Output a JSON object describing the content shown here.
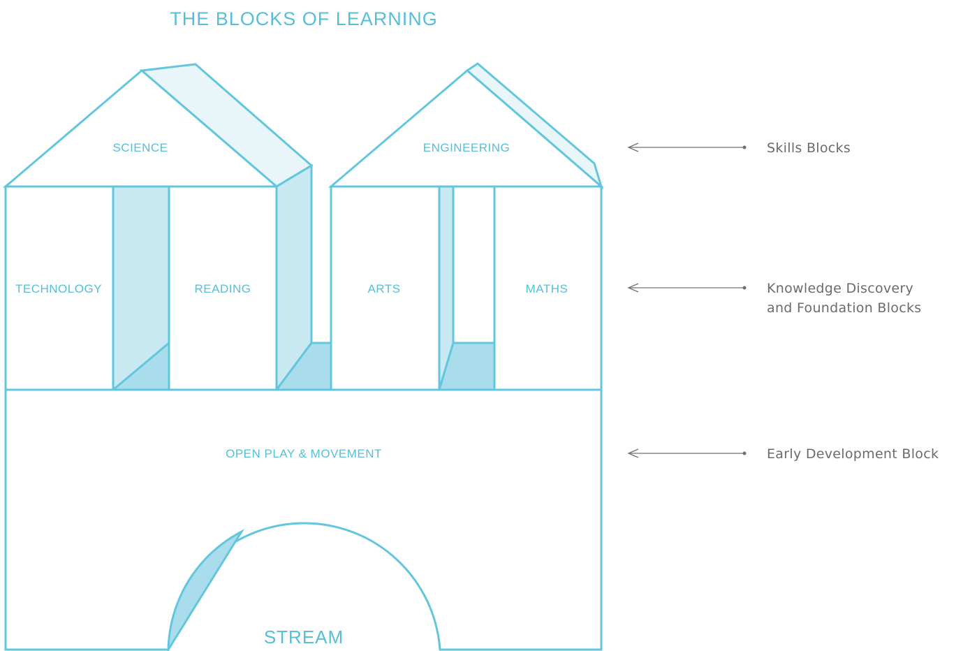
{
  "title": "THE BLOCKS OF LEARNING",
  "colors": {
    "outline": "#62C6DD",
    "label": "#55BFD9",
    "fill_light": "#E8F6FA",
    "fill_mid": "#C8E8F2",
    "fill_dark": "#A9DDEB",
    "arrow": "#707070",
    "legend_text": "#6B6B6B"
  },
  "blocks": {
    "science": "SCIENCE",
    "engineering": "ENGINEERING",
    "technology": "TECHNOLOGY",
    "reading": "READING",
    "arts": "ARTS",
    "maths": "MATHS",
    "open_play": "OPEN PLAY & MOVEMENT",
    "stream": "STREAM"
  },
  "legend": {
    "skills": "Skills Blocks",
    "knowledge_line1": "Knowledge Discovery",
    "knowledge_line2": "and Foundation Blocks",
    "early": "Early Development Block"
  }
}
